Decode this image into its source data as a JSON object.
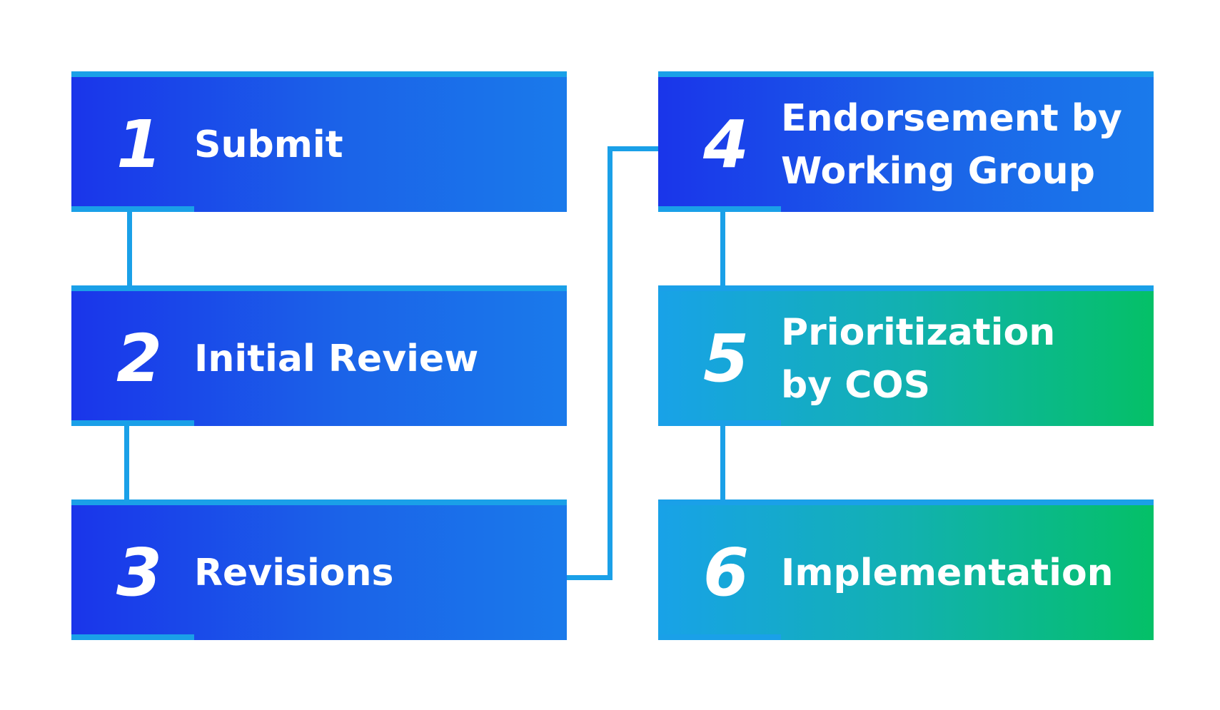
{
  "steps": [
    {
      "number": "1",
      "label": "Submit"
    },
    {
      "number": "2",
      "label": "Initial Review"
    },
    {
      "number": "3",
      "label": "Revisions"
    },
    {
      "number": "4",
      "label": "Endorsement by\nWorking Group"
    },
    {
      "number": "5",
      "label": "Prioritization\nby COS"
    },
    {
      "number": "6",
      "label": "Implementation"
    }
  ],
  "colors": {
    "blue_start": "#1a35ea",
    "blue_end": "#1a7aeb",
    "teal_start": "#18a2e8",
    "green_end": "#04c067",
    "accent": "#1aa0e8",
    "text": "#ffffff"
  }
}
